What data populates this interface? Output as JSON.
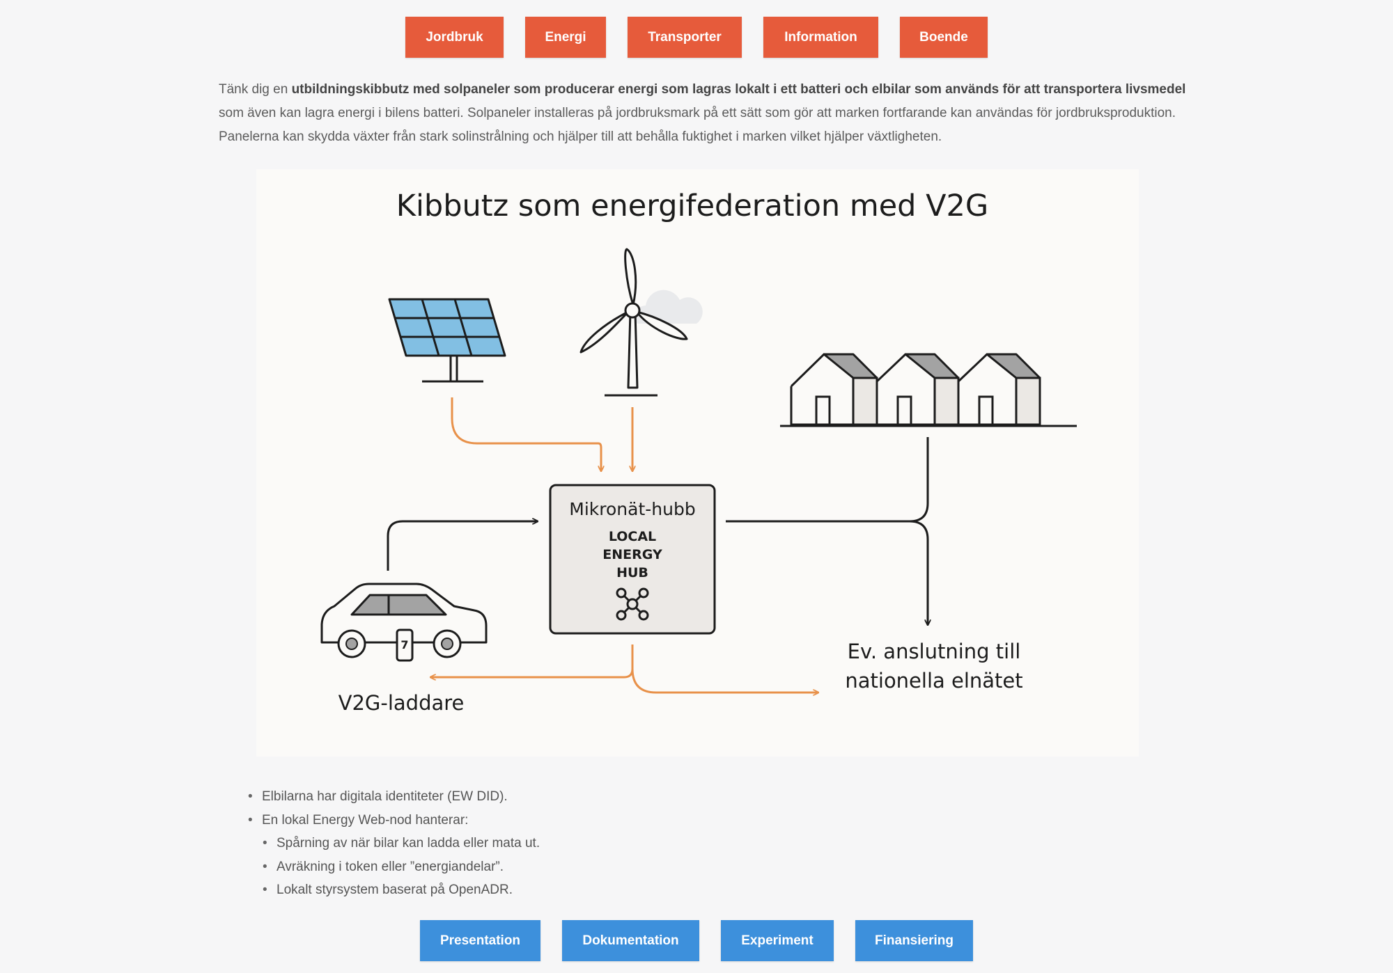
{
  "top_nav": [
    {
      "label": "Jordbruk",
      "color": "#e65b3b"
    },
    {
      "label": "Energi",
      "color": "#e65b3b"
    },
    {
      "label": "Transporter",
      "color": "#e65b3b"
    },
    {
      "label": "Information",
      "color": "#e65b3b"
    },
    {
      "label": "Boende",
      "color": "#e65b3b"
    }
  ],
  "intro": {
    "lead": "Tänk dig en ",
    "bold": "utbildningskibbutz med solpaneler som producerar energi som lagras lokalt i ett batteri och elbilar som används för att transportera livsmedel",
    "rest": " som även kan lagra energi i bilens batteri. Solpaneler installeras på jordbruksmark på ett sätt som gör att marken fortfarande kan användas för jordbruksproduktion. Panelerna kan skydda växter från stark solinstrålning och hjälper till att behålla fuktighet i marken vilket hjälper växtligheten."
  },
  "diagram": {
    "title": "Kibbutz som energifederation med V2G",
    "hub_title": "Mikronät-hubb",
    "hub_line1": "LOCAL",
    "hub_line2": "ENERGY",
    "hub_line3": "HUB",
    "car_label": "V2G-laddare",
    "charger_number": "7",
    "grid_line1": "Ev. anslutning till",
    "grid_line2": "nationella elnätet",
    "colors": {
      "arrow_orange": "#e8914a",
      "line_dark": "#1c1c1c",
      "panel_blue": "#82bfe3",
      "roof_gray": "#a3a3a3",
      "hub_fill": "#ece9e6"
    },
    "icons": [
      "solar-panel-icon",
      "wind-turbine-icon",
      "cloud-icon",
      "houses-icon",
      "car-icon",
      "network-icon"
    ]
  },
  "bullets": [
    {
      "text": "Elbilarna har digitala identiteter (EW DID).",
      "level": 1
    },
    {
      "text": "En lokal Energy Web-nod hanterar:",
      "level": 1
    },
    {
      "text": "Spårning av när bilar kan ladda eller mata ut.",
      "level": 2
    },
    {
      "text": "Avräkning i token eller ”energiandelar”.",
      "level": 2
    },
    {
      "text": "Lokalt styrsystem baserat på OpenADR.",
      "level": 2
    }
  ],
  "bottom_nav": [
    {
      "label": "Presentation",
      "color": "#3d90dc"
    },
    {
      "label": "Dokumentation",
      "color": "#3d90dc"
    },
    {
      "label": "Experiment",
      "color": "#3d90dc"
    },
    {
      "label": "Finansiering",
      "color": "#3d90dc"
    }
  ]
}
